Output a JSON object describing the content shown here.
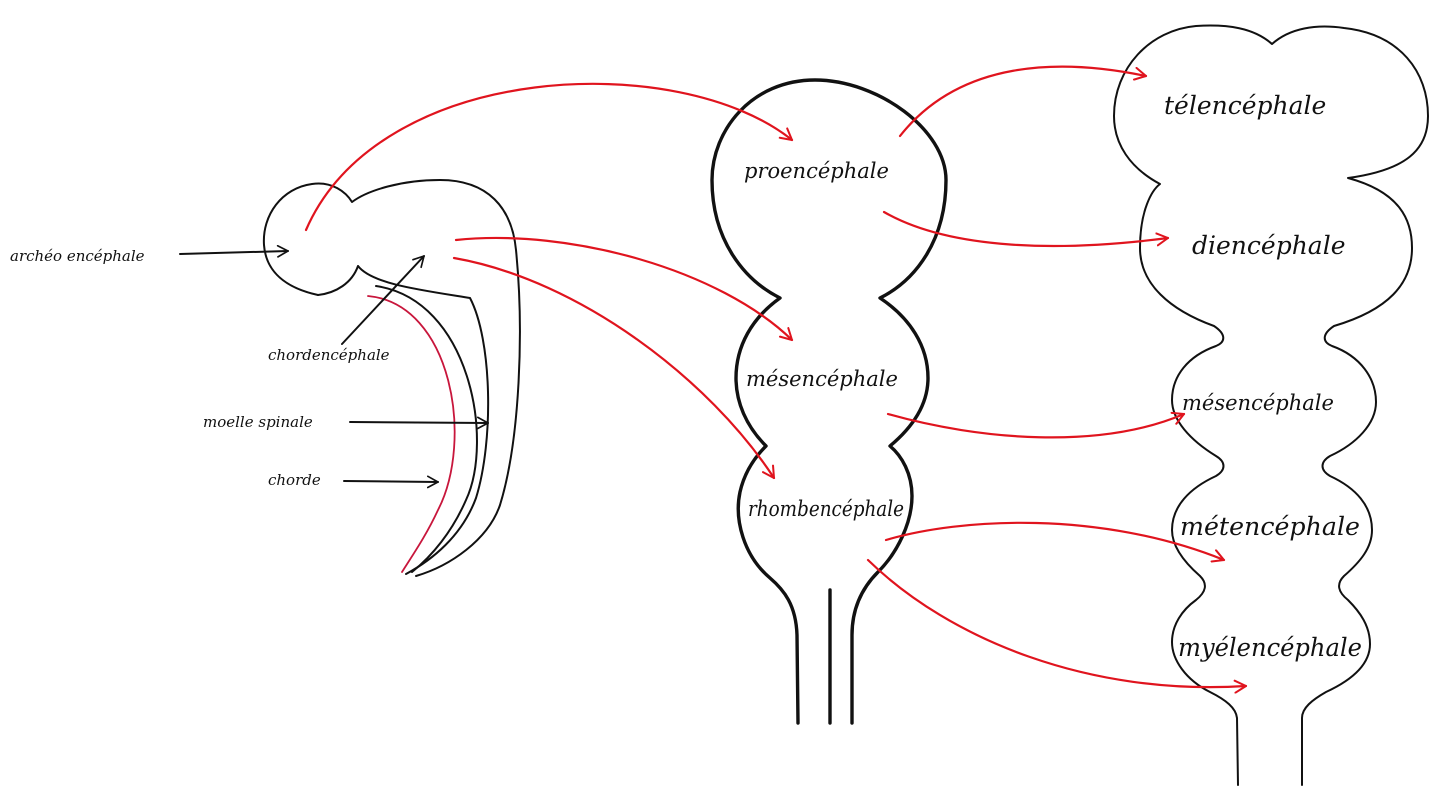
{
  "colors": {
    "outline": "#111111",
    "arrow_red": "#e0141e",
    "notochord": "#c8163c"
  },
  "labels": {
    "archeo": "archéo encéphale",
    "chordencephale": "chordencéphale",
    "moelle": "moelle spinale",
    "chorde": "chorde",
    "prosencephale": "proencéphale",
    "mesencephale_mid": "mésencéphale",
    "rhombencephale": "rhombencéphale",
    "telencephale": "télencéphale",
    "diencephale": "diencéphale",
    "mesencephale_right": "mésencéphale",
    "metencephale": "métencéphale",
    "myelencephale": "myélencéphale"
  }
}
